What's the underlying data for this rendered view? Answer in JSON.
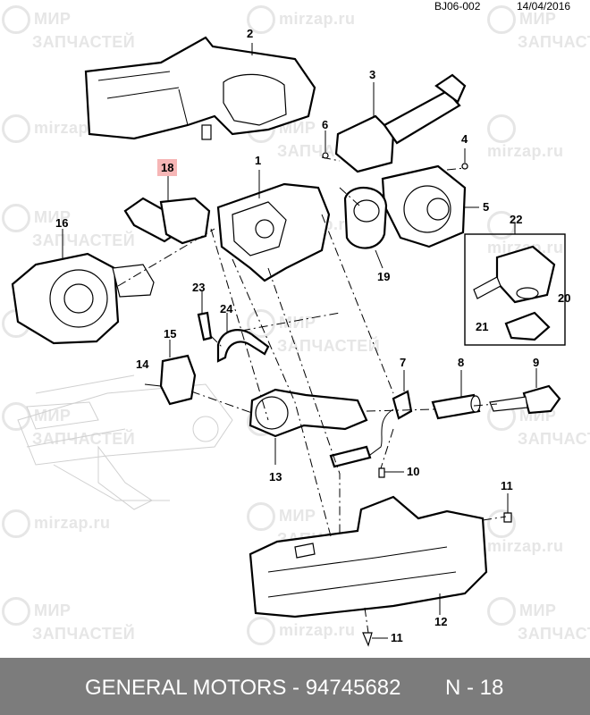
{
  "header": {
    "diagram_code": "BJ06-002",
    "date": "14/04/2016"
  },
  "watermark": {
    "brand_line1": "МИР",
    "brand_line2": "ЗАПЧАСТЕЙ",
    "site": "mirzap.ru"
  },
  "callouts": [
    {
      "label": "1"
    },
    {
      "label": "2"
    },
    {
      "label": "3"
    },
    {
      "label": "4"
    },
    {
      "label": "5"
    },
    {
      "label": "6"
    },
    {
      "label": "7"
    },
    {
      "label": "8"
    },
    {
      "label": "9"
    },
    {
      "label": "10"
    },
    {
      "label": "11"
    },
    {
      "label": "11"
    },
    {
      "label": "12"
    },
    {
      "label": "13"
    },
    {
      "label": "14"
    },
    {
      "label": "15"
    },
    {
      "label": "16"
    },
    {
      "label": "18",
      "highlighted": true
    },
    {
      "label": "19"
    },
    {
      "label": "20"
    },
    {
      "label": "21"
    },
    {
      "label": "22"
    },
    {
      "label": "23"
    },
    {
      "label": "24"
    }
  ],
  "footer": {
    "title": "GENERAL MOTORS - 94745682",
    "page": "N - 18"
  },
  "colors": {
    "footer_bg": "#7c7c7c",
    "highlight": "#f6b6b6",
    "watermark": "#e6e6e6"
  }
}
